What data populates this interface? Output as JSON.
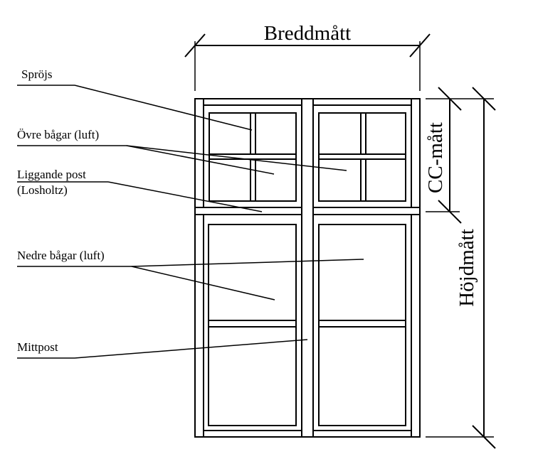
{
  "dimensions": {
    "width_label": "Breddmått",
    "height_label": "Höjdmått",
    "cc_label": "CC-mått"
  },
  "labels": {
    "sprojs": "Spröjs",
    "ovre_bagar": "Övre bågar (luft)",
    "liggande_post": "Liggande post",
    "losholtz": "(Losholtz)",
    "nedre_bagar": "Nedre bågar (luft)",
    "mittpost": "Mittpost"
  }
}
